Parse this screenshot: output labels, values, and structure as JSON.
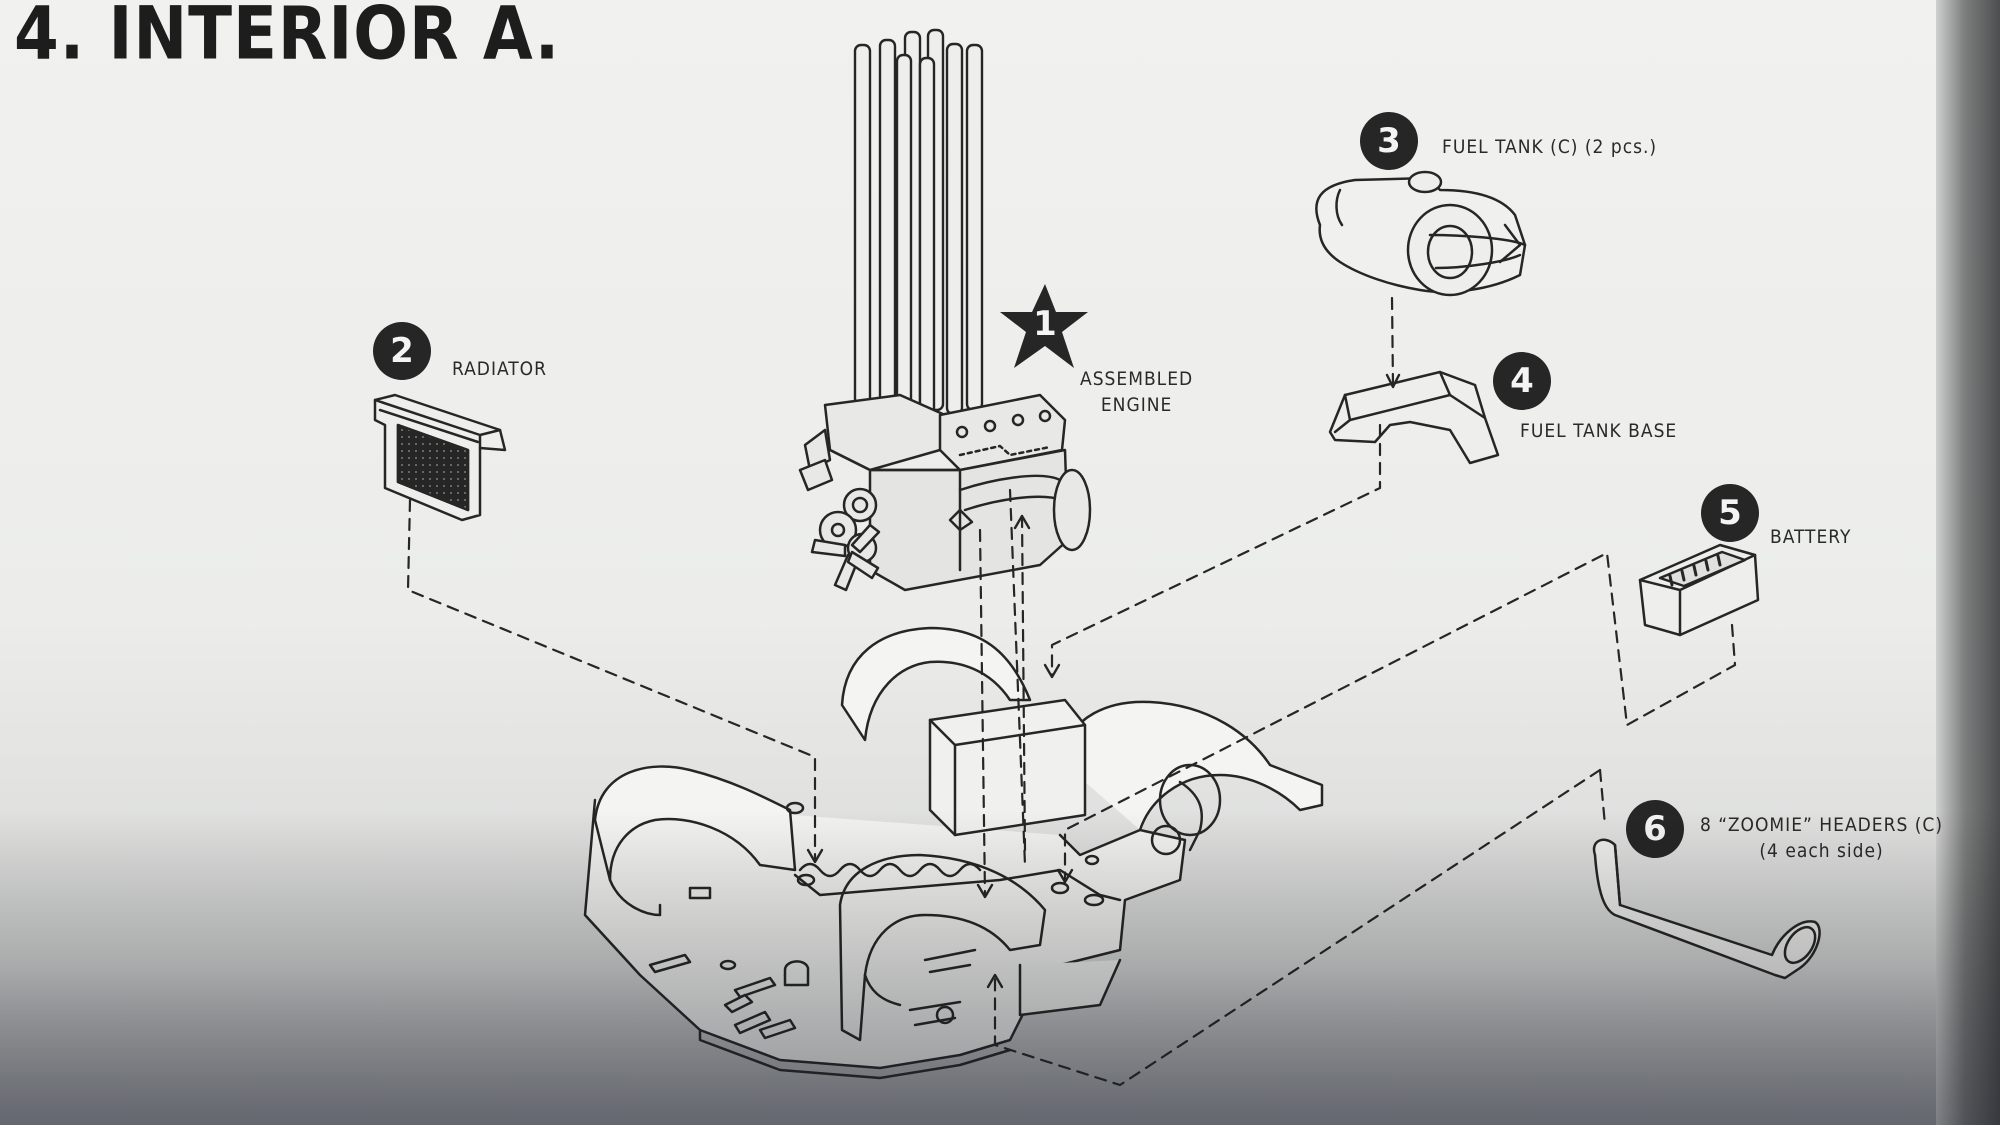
{
  "title": "4. INTERIOR A.",
  "parts": [
    {
      "number": "1",
      "label_lines": [
        "ASSEMBLED",
        "ENGINE"
      ]
    },
    {
      "number": "2",
      "label_lines": [
        "RADIATOR"
      ]
    },
    {
      "number": "3",
      "label_lines": [
        "FUEL TANK (C) (2 pcs.)"
      ]
    },
    {
      "number": "4",
      "label_lines": [
        "FUEL TANK BASE"
      ]
    },
    {
      "number": "5",
      "label_lines": [
        "BATTERY"
      ]
    },
    {
      "number": "6",
      "label_lines": [
        "8 “ZOOMIE” HEADERS (C)",
        "(4 each side)"
      ]
    }
  ],
  "colors": {
    "ink": "#262626",
    "paper": "#eeeeec",
    "badge_text": "#f4f4f4"
  }
}
